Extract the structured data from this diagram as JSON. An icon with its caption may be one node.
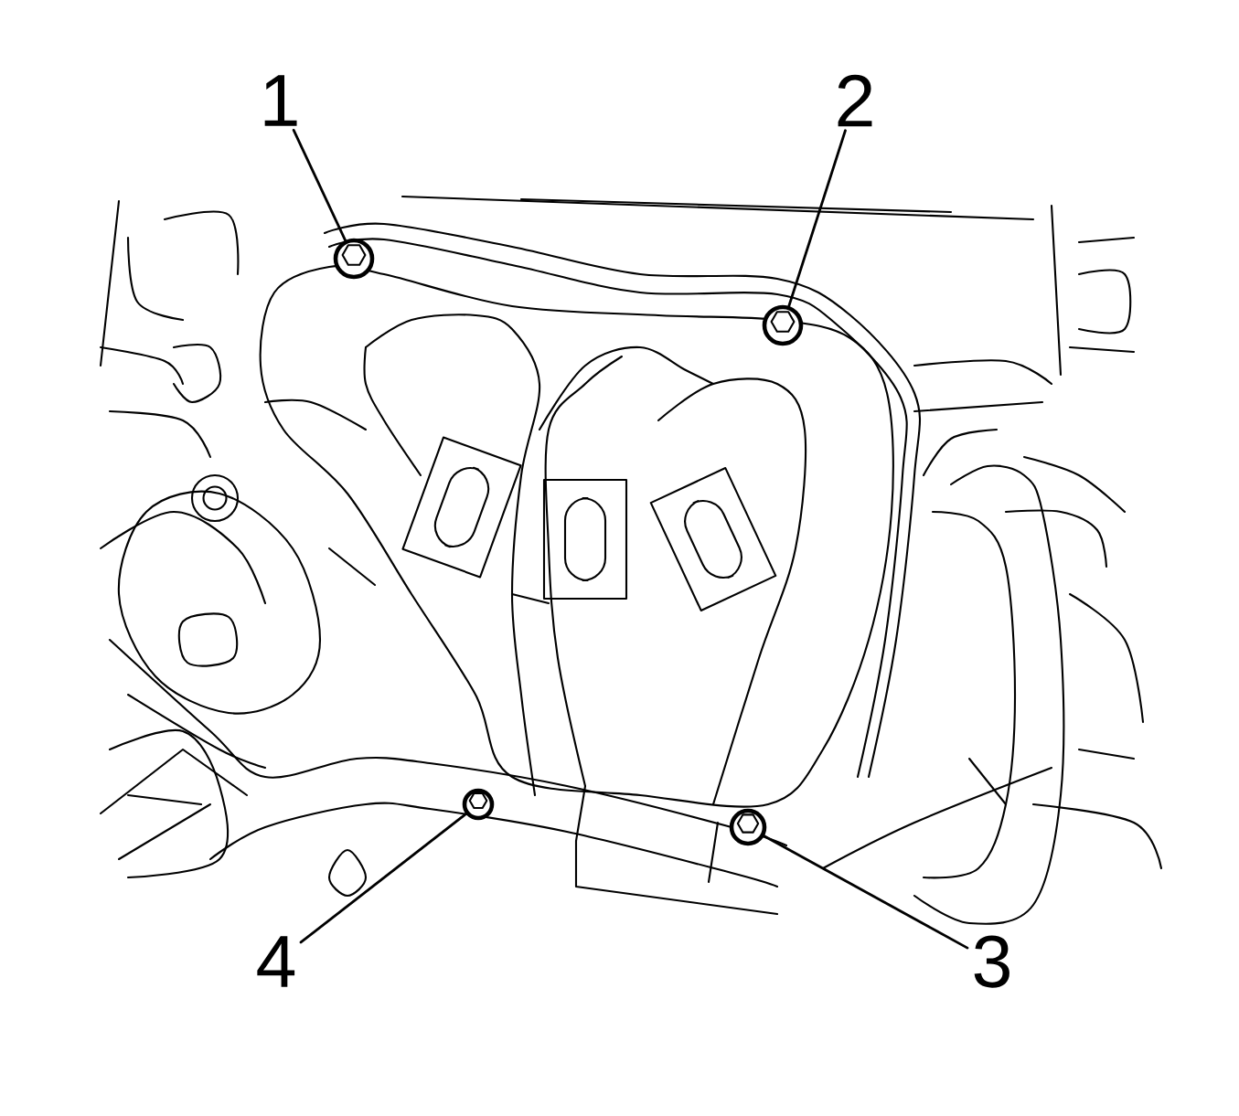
{
  "diagram": {
    "nodes": [
      {
        "text": [
          "1"
        ]
      },
      {
        "text": [
          "2"
        ]
      },
      {
        "text": [
          "3"
        ]
      },
      {
        "text": [
          "4"
        ]
      },
      {
        "text": [],
        "shape": "picture"
      },
      {
        "text": [],
        "shape": "picture"
      },
      {
        "text": [],
        "shape": "picture"
      },
      {
        "text": [],
        "shape": "picture"
      }
    ],
    "edges": [
      {
        "from": 0,
        "to": 4,
        "arrow": "none"
      },
      {
        "from": 1,
        "to": 5,
        "arrow": "none"
      },
      {
        "from": 2,
        "to": 6,
        "arrow": "none"
      },
      {
        "from": 3,
        "to": 7,
        "arrow": "none"
      }
    ]
  }
}
